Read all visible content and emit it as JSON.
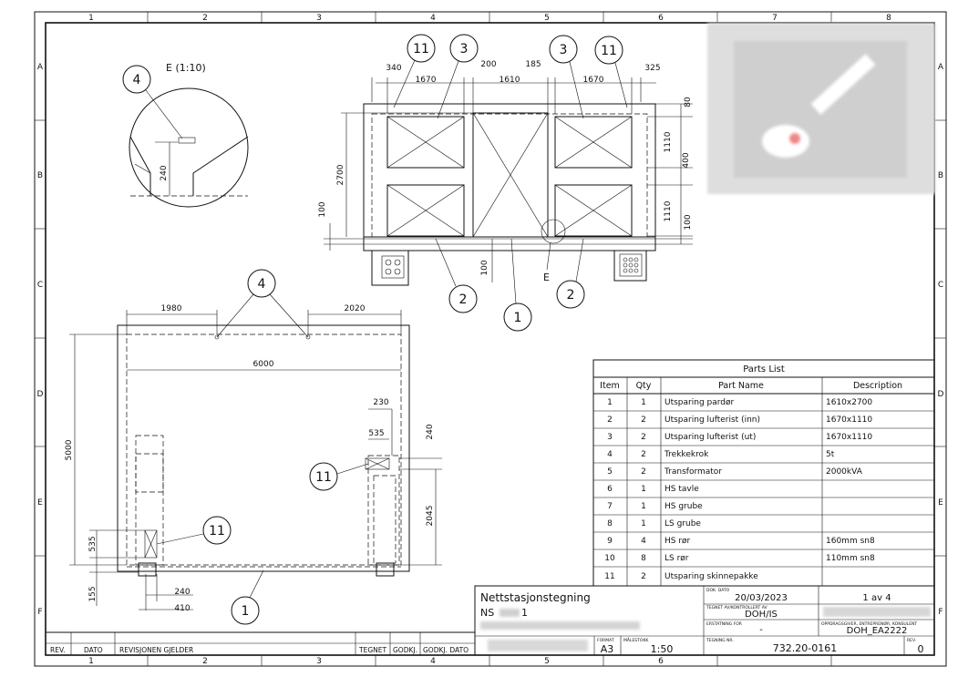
{
  "border": {
    "columns": [
      "1",
      "2",
      "3",
      "4",
      "5",
      "6",
      "7",
      "8"
    ],
    "rows": [
      "A",
      "B",
      "C",
      "D",
      "E",
      "F"
    ]
  },
  "views": {
    "detail_label": "E (1:10)",
    "detail_dim": "240",
    "callout_letter": "E",
    "top": {
      "dims": [
        "340",
        "1670",
        "200",
        "1610",
        "185",
        "1670",
        "325"
      ],
      "right_dims": [
        "80",
        "1110",
        "400",
        "1110",
        "100"
      ],
      "left_dims": [
        "2700",
        "100"
      ],
      "bottom_dim": "100",
      "balloons": [
        "11",
        "3",
        "3",
        "11",
        "2",
        "1",
        "2"
      ]
    },
    "plan": {
      "dims": [
        "1980",
        "2020",
        "6000",
        "5000",
        "230",
        "535",
        "240",
        "2045",
        "535",
        "155",
        "240",
        "410"
      ],
      "balloons": [
        "4",
        "11",
        "11",
        "1"
      ]
    }
  },
  "parts_list": {
    "title": "Parts List",
    "headers": [
      "Item",
      "Qty",
      "Part Name",
      "Description"
    ],
    "rows": [
      {
        "item": "1",
        "qty": "1",
        "name": "Utsparing pardør",
        "desc": "1610x2700"
      },
      {
        "item": "2",
        "qty": "2",
        "name": "Utsparing lufterist (inn)",
        "desc": "1670x1110"
      },
      {
        "item": "3",
        "qty": "2",
        "name": "Utsparing lufterist (ut)",
        "desc": "1670x1110"
      },
      {
        "item": "4",
        "qty": "2",
        "name": "Trekkekrok",
        "desc": "5t"
      },
      {
        "item": "5",
        "qty": "2",
        "name": "Transformator",
        "desc": "2000kVA"
      },
      {
        "item": "6",
        "qty": "1",
        "name": "HS tavle",
        "desc": ""
      },
      {
        "item": "7",
        "qty": "1",
        "name": "HS grube",
        "desc": ""
      },
      {
        "item": "8",
        "qty": "1",
        "name": "LS grube",
        "desc": ""
      },
      {
        "item": "9",
        "qty": "4",
        "name": "HS rør",
        "desc": "160mm sn8"
      },
      {
        "item": "10",
        "qty": "8",
        "name": "LS rør",
        "desc": "110mm sn8"
      },
      {
        "item": "11",
        "qty": "2",
        "name": "Utsparing skinnepakke",
        "desc": ""
      }
    ]
  },
  "title_block": {
    "title": "Nettstasjonstegning",
    "ns_prefix": "NS",
    "ns_suffix": "1",
    "doc_date_label": "DOK. DATO",
    "doc_date": "20/03/2023",
    "sheet": "1 av 4",
    "drawn_label": "TEGNET AV/KONTROLLERT AV",
    "drawn": "DOH/IS",
    "replaces_label": "ERSTATNING FOR",
    "replaces": "-",
    "client_label": "OPPDRAGSGIVER, ENTREPRENØR, KONSULENT",
    "client_code": "DOH_EA2222",
    "format_label": "FORMAT",
    "format": "A3",
    "scale_label": "MÅLESTOKK",
    "scale": "1:50",
    "drawing_no_label": "TEGNING NR.",
    "drawing_no": "732.20-0161",
    "rev_label": "REV.",
    "rev": "0"
  },
  "revision_strip": {
    "rev": "REV.",
    "date": "DATO",
    "revision_applies": "REVISJONEN GJELDER",
    "drawn": "TEGNET",
    "approved": "GODKJ.",
    "approved_date": "GODKJ. DATO"
  }
}
